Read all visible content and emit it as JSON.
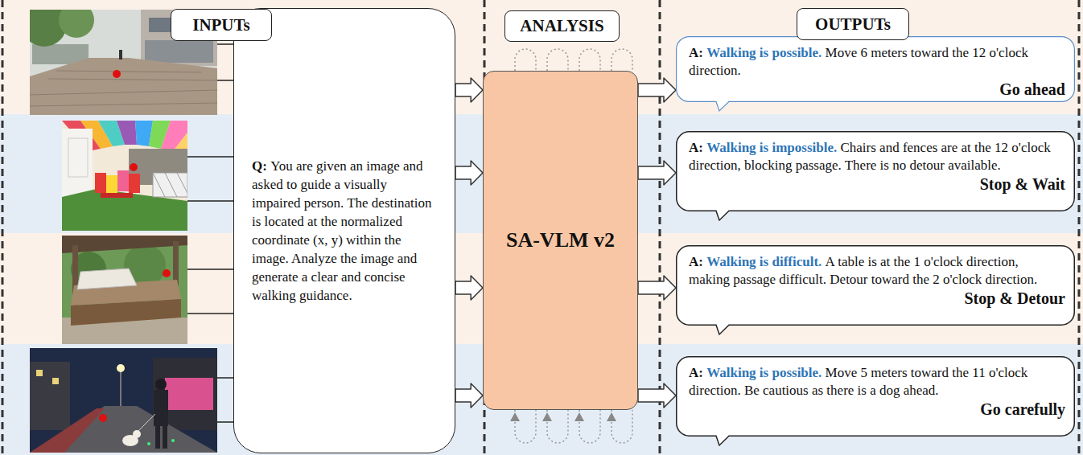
{
  "diagram": {
    "nodes": [
      {
        "text": [
          "INPUTs"
        ]
      },
      {
        "text": [
          "Q:",
          "You are given an image and asked to guide a visually impaired person. The destination is located at the normalized coordinate (x, y) within the image. Analyze the image and generate a clear and concise walking guidance."
        ]
      },
      {
        "text": [
          "ANALYSIS"
        ]
      },
      {
        "text": [
          "SA-VLM v2"
        ]
      },
      {
        "text": [
          "OUTPUTs"
        ]
      },
      {
        "text": [
          "A:",
          "Walking is possible.",
          "Move 6 meters toward the 12 o'clock direction.",
          "Go ahead"
        ]
      },
      {
        "text": [
          "A:",
          "Walking is impossible.",
          "Chairs and fences are at the 12 o'clock direction, blocking passage. There is no detour available.",
          "Stop & Wait"
        ]
      },
      {
        "text": [
          "A:",
          "Walking is difficult.",
          "A table is at the 1 o'clock direction, making passage difficult. Detour toward the 2 o'clock direction.",
          "Stop & Detour"
        ]
      },
      {
        "text": [
          "A:",
          "Walking is possible.",
          "Move 5 meters toward the 11 o'clock direction. Be cautious as there is a dog ahead.",
          "Go carefully"
        ]
      }
    ],
    "edges": [
      {
        "from": 1,
        "to": 3,
        "arrow": "to"
      },
      {
        "from": 1,
        "to": 3,
        "arrow": "to"
      },
      {
        "from": 1,
        "to": 3,
        "arrow": "to"
      },
      {
        "from": 1,
        "to": 3,
        "arrow": "to"
      },
      {
        "from": 3,
        "to": 5,
        "arrow": "to"
      },
      {
        "from": 3,
        "to": 6,
        "arrow": "to"
      },
      {
        "from": 3,
        "to": 7,
        "arrow": "to"
      },
      {
        "from": 3,
        "to": 8,
        "arrow": "to"
      }
    ]
  }
}
